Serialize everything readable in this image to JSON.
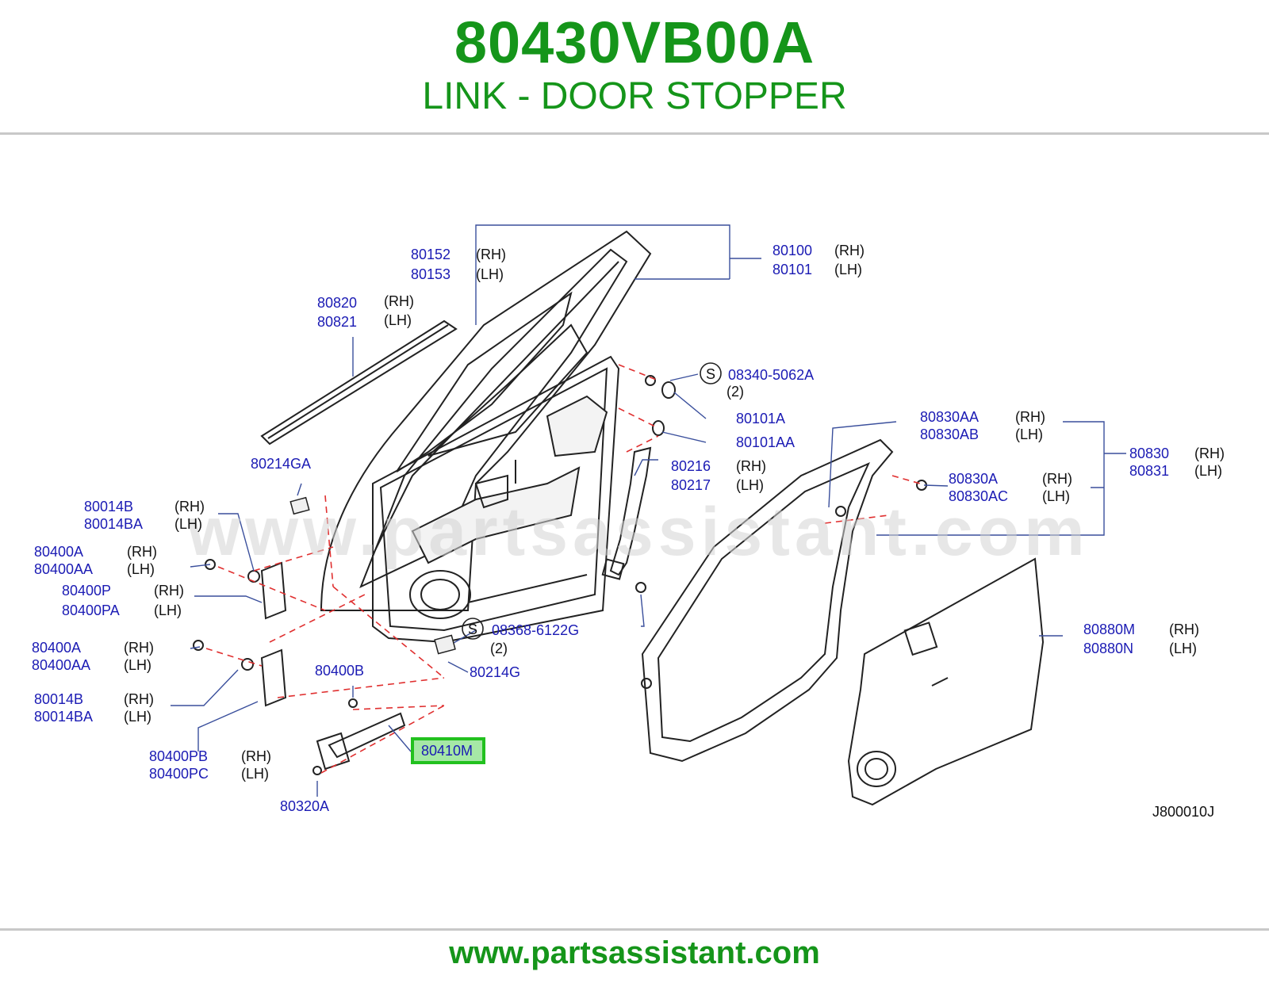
{
  "header": {
    "part_number": "80430VB00A",
    "part_name": "LINK - DOOR STOPPER"
  },
  "diagram": {
    "watermark": "www.partsassistant.com",
    "diagram_code": "J800010J",
    "highlighted_part": "80410M",
    "callouts": [
      {
        "id": "c1",
        "parts": [
          "80152",
          "80153"
        ],
        "sides": [
          "(RH)",
          "(LH)"
        ]
      },
      {
        "id": "c2",
        "parts": [
          "80100",
          "80101"
        ],
        "sides": [
          "(RH)",
          "(LH)"
        ]
      },
      {
        "id": "c3",
        "parts": [
          "80820",
          "80821"
        ],
        "sides": [
          "(RH)",
          "(LH)"
        ]
      },
      {
        "id": "c4",
        "symbol": "S",
        "parts": [
          "08340-5062A"
        ],
        "qty": "(2)"
      },
      {
        "id": "c5",
        "parts": [
          "80101A"
        ]
      },
      {
        "id": "c6",
        "parts": [
          "80101AA"
        ]
      },
      {
        "id": "c7",
        "parts": [
          "80830AA",
          "80830AB"
        ],
        "sides": [
          "(RH)",
          "(LH)"
        ]
      },
      {
        "id": "c8",
        "parts": [
          "80830",
          "80831"
        ],
        "sides": [
          "(RH)",
          "(LH)"
        ]
      },
      {
        "id": "c9",
        "parts": [
          "80214GA"
        ]
      },
      {
        "id": "c10",
        "parts": [
          "80216",
          "80217"
        ],
        "sides": [
          "(RH)",
          "(LH)"
        ]
      },
      {
        "id": "c11",
        "parts": [
          "80830A",
          "80830AC"
        ],
        "sides": [
          "(RH)",
          "(LH)"
        ]
      },
      {
        "id": "c12",
        "parts": [
          "80014B",
          "80014BA"
        ],
        "sides": [
          "(RH)",
          "(LH)"
        ]
      },
      {
        "id": "c13",
        "parts": [
          "80400A",
          "80400AA"
        ],
        "sides": [
          "(RH)",
          "(LH)"
        ]
      },
      {
        "id": "c14",
        "parts": [
          "80400P",
          "80400PA"
        ],
        "sides": [
          "(RH)",
          "(LH)"
        ]
      },
      {
        "id": "c15",
        "symbol": "S",
        "parts": [
          "08368-6122G"
        ],
        "qty": "(2)"
      },
      {
        "id": "c16",
        "parts": [
          "80880M",
          "80880N"
        ],
        "sides": [
          "(RH)",
          "(LH)"
        ]
      },
      {
        "id": "c17",
        "parts": [
          "80400A",
          "80400AA"
        ],
        "sides": [
          "(RH)",
          "(LH)"
        ]
      },
      {
        "id": "c18",
        "parts": [
          "80400B"
        ]
      },
      {
        "id": "c19",
        "parts": [
          "80214G"
        ]
      },
      {
        "id": "c20",
        "parts": [
          "80014B",
          "80014BA"
        ],
        "sides": [
          "(RH)",
          "(LH)"
        ]
      },
      {
        "id": "c21",
        "parts": [
          "80410M"
        ]
      },
      {
        "id": "c22",
        "parts": [
          "80400PB",
          "80400PC"
        ],
        "sides": [
          "(RH)",
          "(LH)"
        ]
      },
      {
        "id": "c23",
        "parts": [
          "80320A"
        ]
      }
    ]
  },
  "footer": {
    "url": "www.partsassistant.com"
  },
  "colors": {
    "brand_green": "#15951a",
    "part_link": "#1b1bb4",
    "highlight_border": "#22c11f",
    "highlight_fill": "#a6e8a6",
    "dashed_red": "#e03030"
  }
}
